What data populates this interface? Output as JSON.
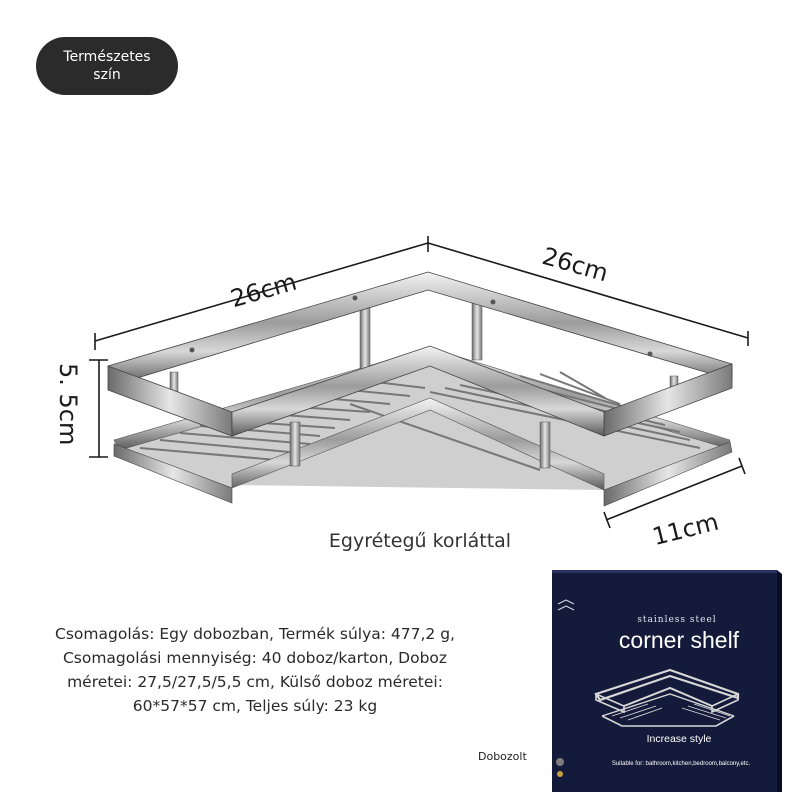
{
  "badge": {
    "line1": "Természetes",
    "line2": "szín"
  },
  "dimensions": {
    "width_left": "26cm",
    "width_right": "26cm",
    "height": "5. 5cm",
    "depth": "11cm"
  },
  "caption": "Egyrétegű korláttal",
  "specs": "Csomagolás: Egy dobozban, Termék súlya: 477,2 g, Csomagolási mennyiség: 40 doboz/karton, Doboz méretei: 27,5/27,5/5,5 cm, Külső doboz méretei: 60*57*57 cm, Teljes súly: 23 kg",
  "boxed_label": "Dobozolt",
  "package": {
    "small_title": "stainless steel",
    "big_title": "corner shelf",
    "tagline": "Increase style",
    "suitable": "Suitable for: bathroom,kitchen,bedroom,balcony,etc."
  },
  "colors": {
    "badge_bg": "#2b2b2b",
    "box_navy": "#141a3a",
    "steel": "#9a9a9a"
  }
}
